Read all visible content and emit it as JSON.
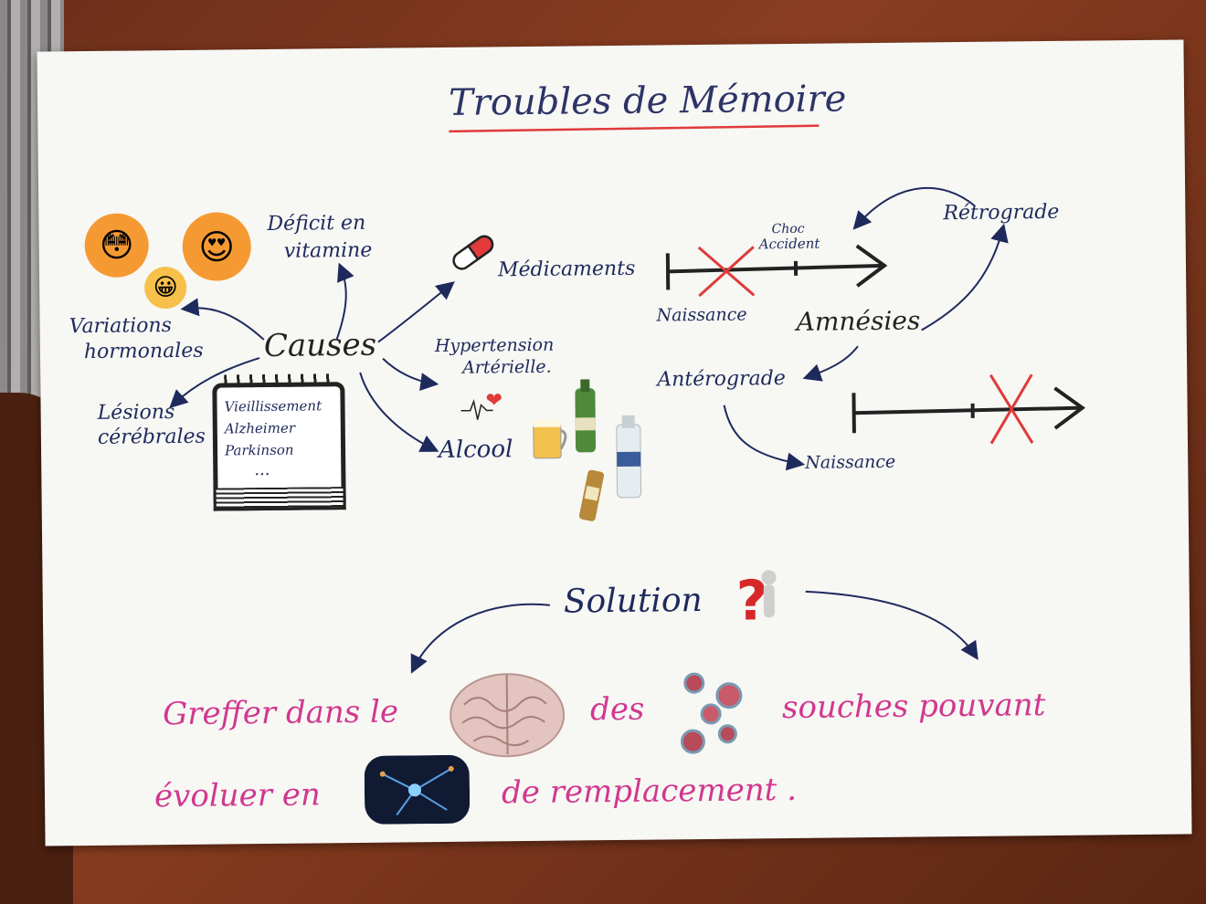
{
  "title": "Troubles de Mémoire",
  "causes": {
    "center": "Causes",
    "deficit": [
      "Déficit en",
      "vitamine"
    ],
    "variations": [
      "Variations",
      "hormonales"
    ],
    "lesions": [
      "Lésions",
      "cérébrales"
    ],
    "notebook": [
      "Vieillissement",
      "Alzheimer",
      "Parkinson",
      "..."
    ],
    "medicaments": "Médicaments",
    "hypertension": [
      "Hypertension",
      "Artérielle."
    ],
    "alcool": "Alcool"
  },
  "amnesies": {
    "center": "Amnésies",
    "retrograde": "Rétrograde",
    "anterograde": "Antérograde",
    "choc": [
      "Choc",
      "Accident"
    ],
    "naissance_top": "Naissance",
    "naissance_bottom": "Naissance"
  },
  "solution": {
    "label": "Solution",
    "line1": [
      "Greffer dans le",
      "des",
      "souches pouvant"
    ],
    "line2": [
      "évoluer en",
      "de remplacement ."
    ]
  },
  "colors": {
    "ink": "#1f2a5c",
    "pink": "#d1388f",
    "red": "#e03a3a"
  }
}
